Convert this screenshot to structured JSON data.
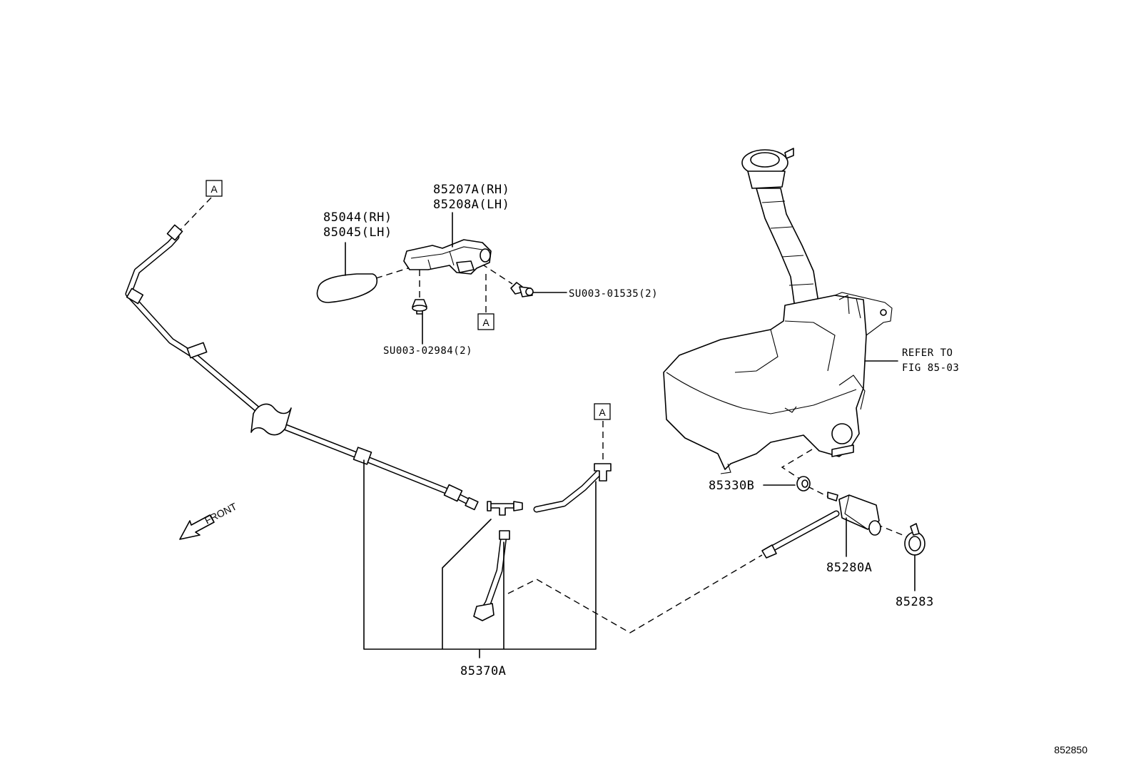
{
  "labels": {
    "washer_nozzle_rh": "85207A(RH)",
    "washer_nozzle_lh": "85208A(LH)",
    "cover_rh": "85044(RH)",
    "cover_lh": "85045(LH)",
    "bolt_right": "SU003-01535(2)",
    "clip_bottom": "SU003-02984(2)",
    "grommet": "85330B",
    "pump": "85280A",
    "clamp": "85283",
    "hose_assembly": "85370A",
    "refer_line1": "REFER TO",
    "refer_line2": "FIG 85-03",
    "front": "FRONT",
    "ref_box": "A",
    "figure_number": "852850"
  }
}
